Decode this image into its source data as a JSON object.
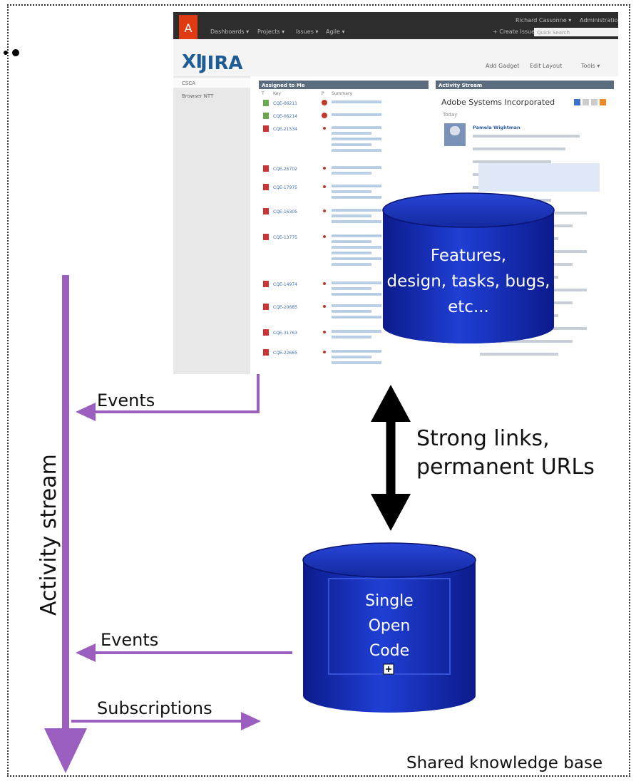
{
  "jira": {
    "logo_text": "JIRA",
    "menu": [
      "Dashboards ▾",
      "Projects ▾",
      "Issues ▾",
      "Agile ▾"
    ],
    "user_menu": "Richard Cassonne  ▾",
    "admin_menu": "Administration",
    "create_issue": "+ Create Issue",
    "quick_search": "Quick Search",
    "tools": [
      "Add Gadget",
      "Edit Layout",
      "Tools ▾"
    ],
    "sidebar": [
      "CSCA",
      "Browser NTT"
    ],
    "assigned_panel": {
      "title": "Assigned to Me",
      "columns": [
        "T",
        "Key",
        "P",
        "Summary"
      ],
      "keys": [
        "CQE-06211",
        "CQE-06214",
        "CQE-21534",
        "CQE-25702",
        "CQE-17975",
        "CQE-16305",
        "CQE-13775",
        "CQE-14974",
        "CQE-20685",
        "CQE-31763",
        "CQE-22665"
      ]
    },
    "activity_panel": {
      "title": "Activity Stream",
      "org": "Adobe Systems Incorporated",
      "sub": "Today",
      "author": "Pamela Wightman"
    }
  },
  "features_db": {
    "label": "Features, design, tasks, bugs, etc..."
  },
  "code_db": {
    "label": "Single Open Code"
  },
  "links_label": "Strong links, permanent URLs",
  "stream_label": "Activity stream",
  "events_label_top": "Events",
  "events_label_bottom": "Events",
  "subscriptions_label": "Subscriptions",
  "knowledge_base_label": "Shared knowledge base",
  "colors": {
    "purple": "#9b5fc0",
    "db_blue": "#1a35c6",
    "db_dark": "#0c1a8c",
    "arrow_black": "#000000",
    "jira_bar": "#2d2d2d",
    "adobe_red": "#e03a12"
  }
}
